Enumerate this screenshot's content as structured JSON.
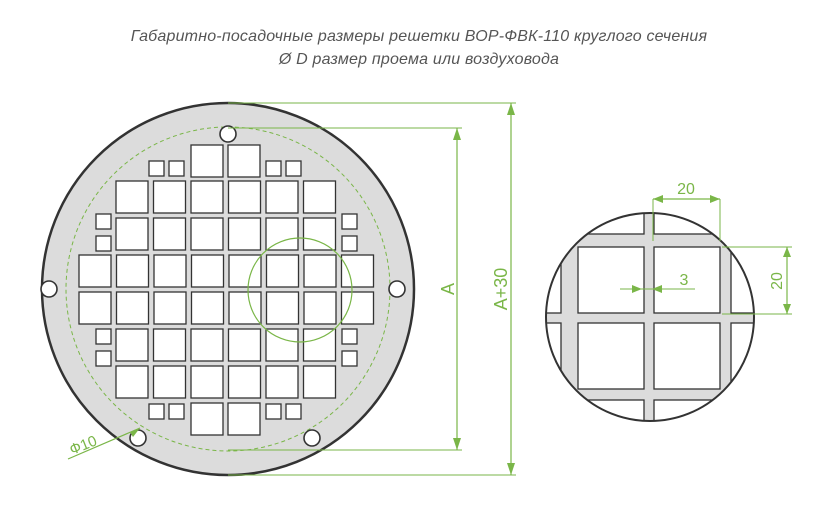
{
  "title": {
    "line1": "Габаритно-посадочные размеры решетки ВОР-ФВК-110 круглого сечения",
    "line2": "Ø D размер проема или воздуховода"
  },
  "dimensions": {
    "hole_diameter": "Ф10",
    "inner_height": "A",
    "outer_height": "A+30",
    "cell_width": "20",
    "cell_height": "20",
    "bar_width": "3"
  },
  "colors": {
    "plate_fill": "#dcdcdc",
    "outline": "#333333",
    "dimension_line": "#7ab648",
    "title_text": "#555555"
  }
}
